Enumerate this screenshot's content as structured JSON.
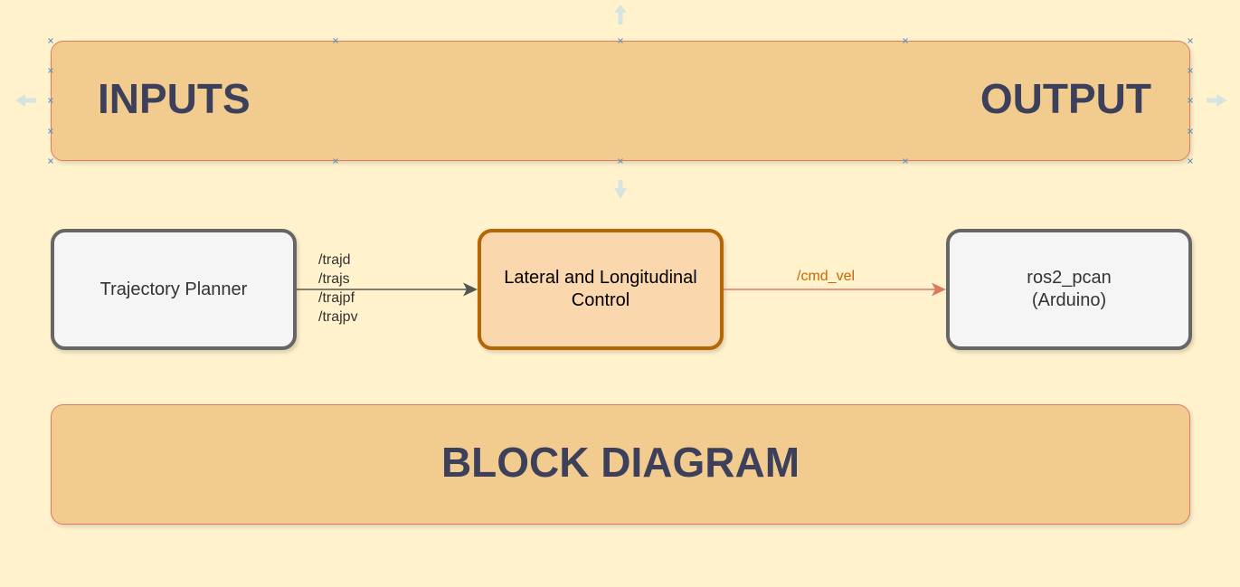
{
  "banners": {
    "inputs": "INPUTS",
    "output": "OUTPUT",
    "block_diagram": "BLOCK DIAGRAM"
  },
  "nodes": {
    "trajectory_planner": "Trajectory Planner",
    "lateral_longitudinal_control": "Lateral and Longitudinal\nControl",
    "ros2_pcan": "ros2_pcan\n(Arduino)"
  },
  "edges": {
    "planner_to_control": "/trajd\n/trajs\n/trajpf\n/trajpv",
    "control_to_pcan": "/cmd_vel"
  },
  "colors": {
    "background": "#fff2cc",
    "banner_fill": "#f2cc8f",
    "banner_border": "#e07a5f",
    "banner_text": "#3d405b",
    "node_fill": "#f5f5f5",
    "node_border": "#666666",
    "control_fill": "#fad7ac",
    "control_border": "#b46504",
    "cmd_vel_text": "#cc6600",
    "cmd_vel_arrow": "#e07a5f",
    "traj_arrow": "#555555",
    "handle_arrow": "#d6e4e0"
  },
  "icons": {
    "selection_handles": "x-handle-icon",
    "hover_arrows": "arrow-hint-icon"
  }
}
